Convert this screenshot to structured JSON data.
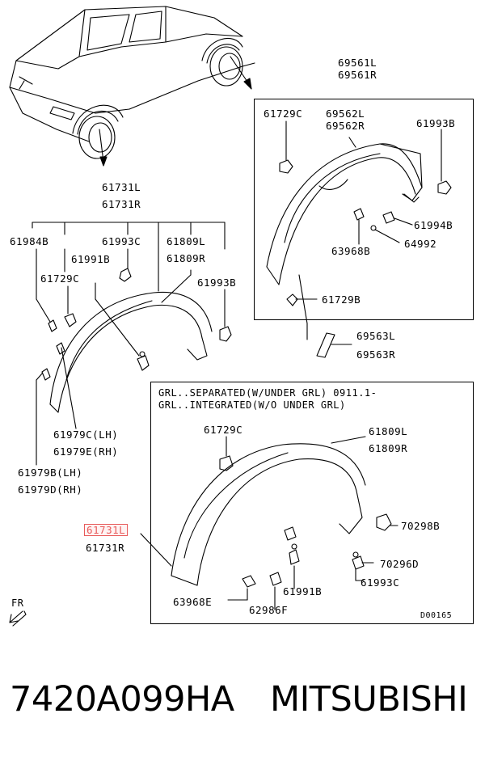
{
  "labels": {
    "p69561": [
      "69561L",
      "69561R"
    ],
    "p61729c_a": "61729C",
    "p69562": [
      "69562L",
      "69562R"
    ],
    "p61993b_a": "61993B",
    "p61994b": "61994B",
    "p63968b": "63968B",
    "p64992": "64992",
    "p61729b": "61729B",
    "p69563": [
      "69563L",
      "69563R"
    ],
    "p61731_top": [
      "61731L",
      "61731R"
    ],
    "p61984b": "61984B",
    "p61993c_a": "61993C",
    "p61809_a": [
      "61809L",
      "61809R"
    ],
    "p61991b_a": "61991B",
    "p61729c_b": "61729C",
    "p61993b_b": "61993B",
    "p61979ce": [
      "61979C(LH)",
      "61979E(RH)"
    ],
    "p61979bd": [
      "61979B(LH)",
      "61979D(RH)"
    ],
    "grl_note": [
      "GRL..SEPARATED(W/UNDER GRL) 0911.1-",
      "GRL..INTEGRATED(W/O UNDER GRL)"
    ],
    "p61729c_c": "61729C",
    "p61809_b": [
      "61809L",
      "61809R"
    ],
    "p61731_hl": "61731L",
    "p61731r_b": "61731R",
    "p70298b": "70298B",
    "p70296d": "70296D",
    "p61993c_b": "61993C",
    "p63968e": "63968E",
    "p61991b_b": "61991B",
    "p62986f": "62986F",
    "fr": "FR",
    "code": "D00165"
  },
  "footer": {
    "part_number": "7420A099HA",
    "brand": "MITSUBISHI"
  },
  "colors": {
    "highlight": "#e85a5a",
    "line": "#000000"
  }
}
